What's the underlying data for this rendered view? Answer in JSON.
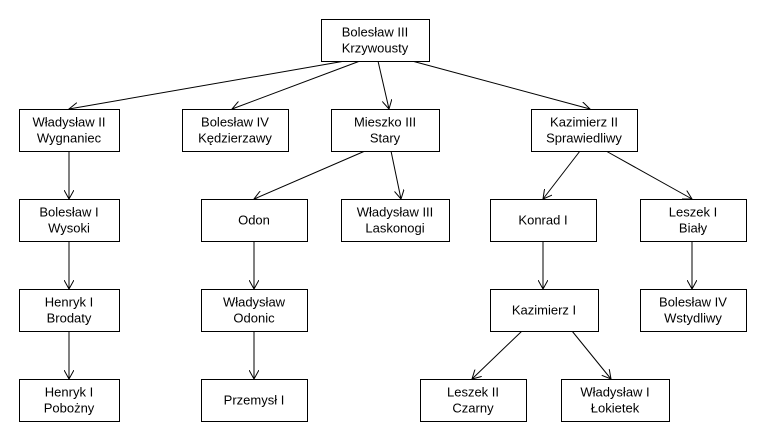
{
  "nodes": [
    {
      "id": "boleslaw3",
      "lines": [
        "Bolesław III",
        "Krzywousty"
      ]
    },
    {
      "id": "wladyslaw2",
      "lines": [
        "Władysław II",
        "Wygnaniec"
      ]
    },
    {
      "id": "boleslaw4k",
      "lines": [
        "Bolesław IV",
        "Kędzierzawy"
      ]
    },
    {
      "id": "mieszko3",
      "lines": [
        "Mieszko III",
        "Stary"
      ]
    },
    {
      "id": "kazimierz2",
      "lines": [
        "Kazimierz II",
        "Sprawiedliwy"
      ]
    },
    {
      "id": "boleslaw1",
      "lines": [
        "Bolesław I",
        "Wysoki"
      ]
    },
    {
      "id": "odon",
      "lines": [
        "Odon"
      ]
    },
    {
      "id": "wladyslaw3",
      "lines": [
        "Władysław III",
        "Laskonogi"
      ]
    },
    {
      "id": "konrad1",
      "lines": [
        "Konrad I"
      ]
    },
    {
      "id": "leszek1",
      "lines": [
        "Leszek I",
        "Biały"
      ]
    },
    {
      "id": "henryk1b",
      "lines": [
        "Henryk I",
        "Brodaty"
      ]
    },
    {
      "id": "wladyslawo",
      "lines": [
        "Władysław",
        "Odonic"
      ]
    },
    {
      "id": "kazimierz1",
      "lines": [
        "Kazimierz I"
      ]
    },
    {
      "id": "boleslaw4w",
      "lines": [
        "Bolesław IV",
        "Wstydliwy"
      ]
    },
    {
      "id": "henryk1p",
      "lines": [
        "Henryk I",
        "Pobożny"
      ]
    },
    {
      "id": "przemysl1",
      "lines": [
        "Przemysł I"
      ]
    },
    {
      "id": "leszek2",
      "lines": [
        "Leszek II",
        "Czarny"
      ]
    },
    {
      "id": "wladyslaw1",
      "lines": [
        "Władysław I",
        "Łokietek"
      ]
    }
  ],
  "edges": [
    [
      "boleslaw3",
      "wladyslaw2"
    ],
    [
      "boleslaw3",
      "boleslaw4k"
    ],
    [
      "boleslaw3",
      "mieszko3"
    ],
    [
      "boleslaw3",
      "kazimierz2"
    ],
    [
      "wladyslaw2",
      "boleslaw1"
    ],
    [
      "boleslaw1",
      "henryk1b"
    ],
    [
      "henryk1b",
      "henryk1p"
    ],
    [
      "mieszko3",
      "odon"
    ],
    [
      "mieszko3",
      "wladyslaw3"
    ],
    [
      "odon",
      "wladyslawo"
    ],
    [
      "wladyslawo",
      "przemysl1"
    ],
    [
      "kazimierz2",
      "konrad1"
    ],
    [
      "kazimierz2",
      "leszek1"
    ],
    [
      "konrad1",
      "kazimierz1"
    ],
    [
      "kazimierz1",
      "leszek2"
    ],
    [
      "kazimierz1",
      "wladyslaw1"
    ],
    [
      "leszek1",
      "boleslaw4w"
    ]
  ]
}
